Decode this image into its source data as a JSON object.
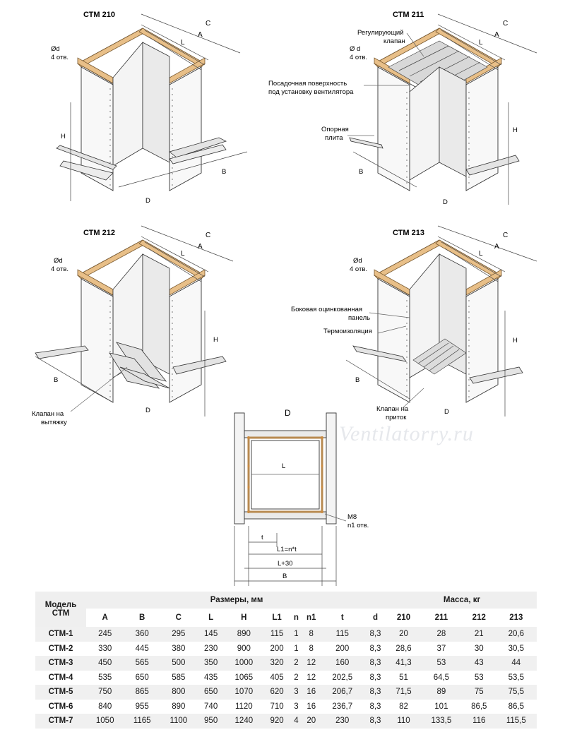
{
  "drawings": {
    "stm210": {
      "title": "СТМ 210",
      "dims": [
        "C",
        "A",
        "L"
      ],
      "hole_d": "Ød",
      "hole_n": "4 отв.",
      "h": "H",
      "b": "B",
      "view": "D"
    },
    "stm211": {
      "title": "СТМ 211",
      "dims": [
        "C",
        "A",
        "L"
      ],
      "hole_d": "Ø d",
      "hole_n": "4 отв.",
      "h": "H",
      "b": "B",
      "view": "D",
      "valve_1": "Регулирующий",
      "valve_2": "клапан",
      "seat_1": "Посадочная поверхность",
      "seat_2": "под установку вентилятора",
      "plate_1": "Опорная",
      "plate_2": "плита"
    },
    "stm212": {
      "title": "СТМ 212",
      "dims": [
        "C",
        "A",
        "L"
      ],
      "hole_d": "Ød",
      "hole_n": "4 отв.",
      "h": "H",
      "b": "B",
      "view": "D",
      "exhaust_1": "Клапан на",
      "exhaust_2": "вытяжку"
    },
    "stm213": {
      "title": "СТМ 213",
      "dims": [
        "C",
        "A",
        "L"
      ],
      "hole_d": "Ød",
      "hole_n": "4 отв.",
      "h": "H",
      "b": "B",
      "view": "D",
      "side_1": "Боковая оцинкованная",
      "side_2": "панель",
      "insul": "Термоизоляция",
      "supply_1": "Клапан на",
      "supply_2": "приток"
    },
    "viewD": {
      "title": "D",
      "l": "L",
      "m8": "M8",
      "n1": "n1 отв.",
      "t": "t",
      "l1": "L1=n*t",
      "l30": "L+30",
      "b": "B"
    }
  },
  "watermark": "Ventilatorry.ru",
  "table": {
    "model_header": "Модель СТМ",
    "dims_header": "Размеры, мм",
    "mass_header": "Масса, кг",
    "columns": [
      "A",
      "B",
      "C",
      "L",
      "H",
      "L1",
      "n",
      "n1",
      "t",
      "d",
      "210",
      "211",
      "212",
      "213"
    ],
    "rows": [
      [
        "СТМ-1",
        "245",
        "360",
        "295",
        "145",
        "890",
        "115",
        "1",
        "8",
        "115",
        "8,3",
        "20",
        "28",
        "21",
        "20,6"
      ],
      [
        "СТМ-2",
        "330",
        "445",
        "380",
        "230",
        "900",
        "200",
        "1",
        "8",
        "200",
        "8,3",
        "28,6",
        "37",
        "30",
        "30,5"
      ],
      [
        "СТМ-3",
        "450",
        "565",
        "500",
        "350",
        "1000",
        "320",
        "2",
        "12",
        "160",
        "8,3",
        "41,3",
        "53",
        "43",
        "44"
      ],
      [
        "СТМ-4",
        "535",
        "650",
        "585",
        "435",
        "1065",
        "405",
        "2",
        "12",
        "202,5",
        "8,3",
        "51",
        "64,5",
        "53",
        "53,5"
      ],
      [
        "СТМ-5",
        "750",
        "865",
        "800",
        "650",
        "1070",
        "620",
        "3",
        "16",
        "206,7",
        "8,3",
        "71,5",
        "89",
        "75",
        "75,5"
      ],
      [
        "СТМ-6",
        "840",
        "955",
        "890",
        "740",
        "1120",
        "710",
        "3",
        "16",
        "236,7",
        "8,3",
        "82",
        "101",
        "86,5",
        "86,5"
      ],
      [
        "СТМ-7",
        "1050",
        "1165",
        "1100",
        "950",
        "1240",
        "920",
        "4",
        "20",
        "230",
        "8,3",
        "110",
        "133,5",
        "116",
        "115,5"
      ]
    ]
  }
}
